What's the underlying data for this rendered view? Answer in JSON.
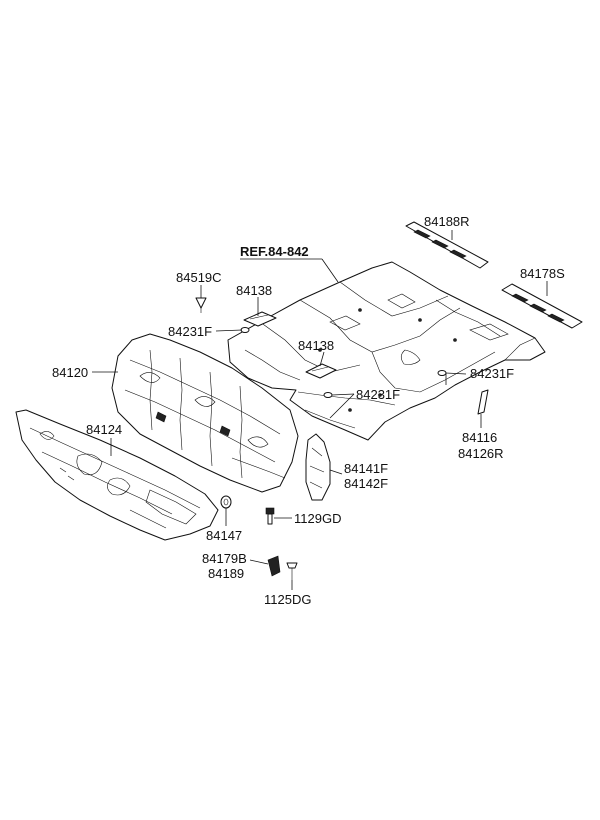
{
  "diagram": {
    "ref_label": "REF.84-842",
    "labels": {
      "p84188R": "84188R",
      "p84178S": "84178S",
      "p84519C": "84519C",
      "p84138a": "84138",
      "p84231Fa": "84231F",
      "p84138b": "84138",
      "p84120": "84120",
      "p84231Fb": "84231F",
      "p84231Fc": "84231F",
      "p84124": "84124",
      "p84116": "84116",
      "p84126R": "84126R",
      "p84141F": "84141F",
      "p84142F": "84142F",
      "p1129GD": "1129GD",
      "p84147": "84147",
      "p84179B": "84179B",
      "p84189": "84189",
      "p1125DG": "1125DG"
    }
  }
}
